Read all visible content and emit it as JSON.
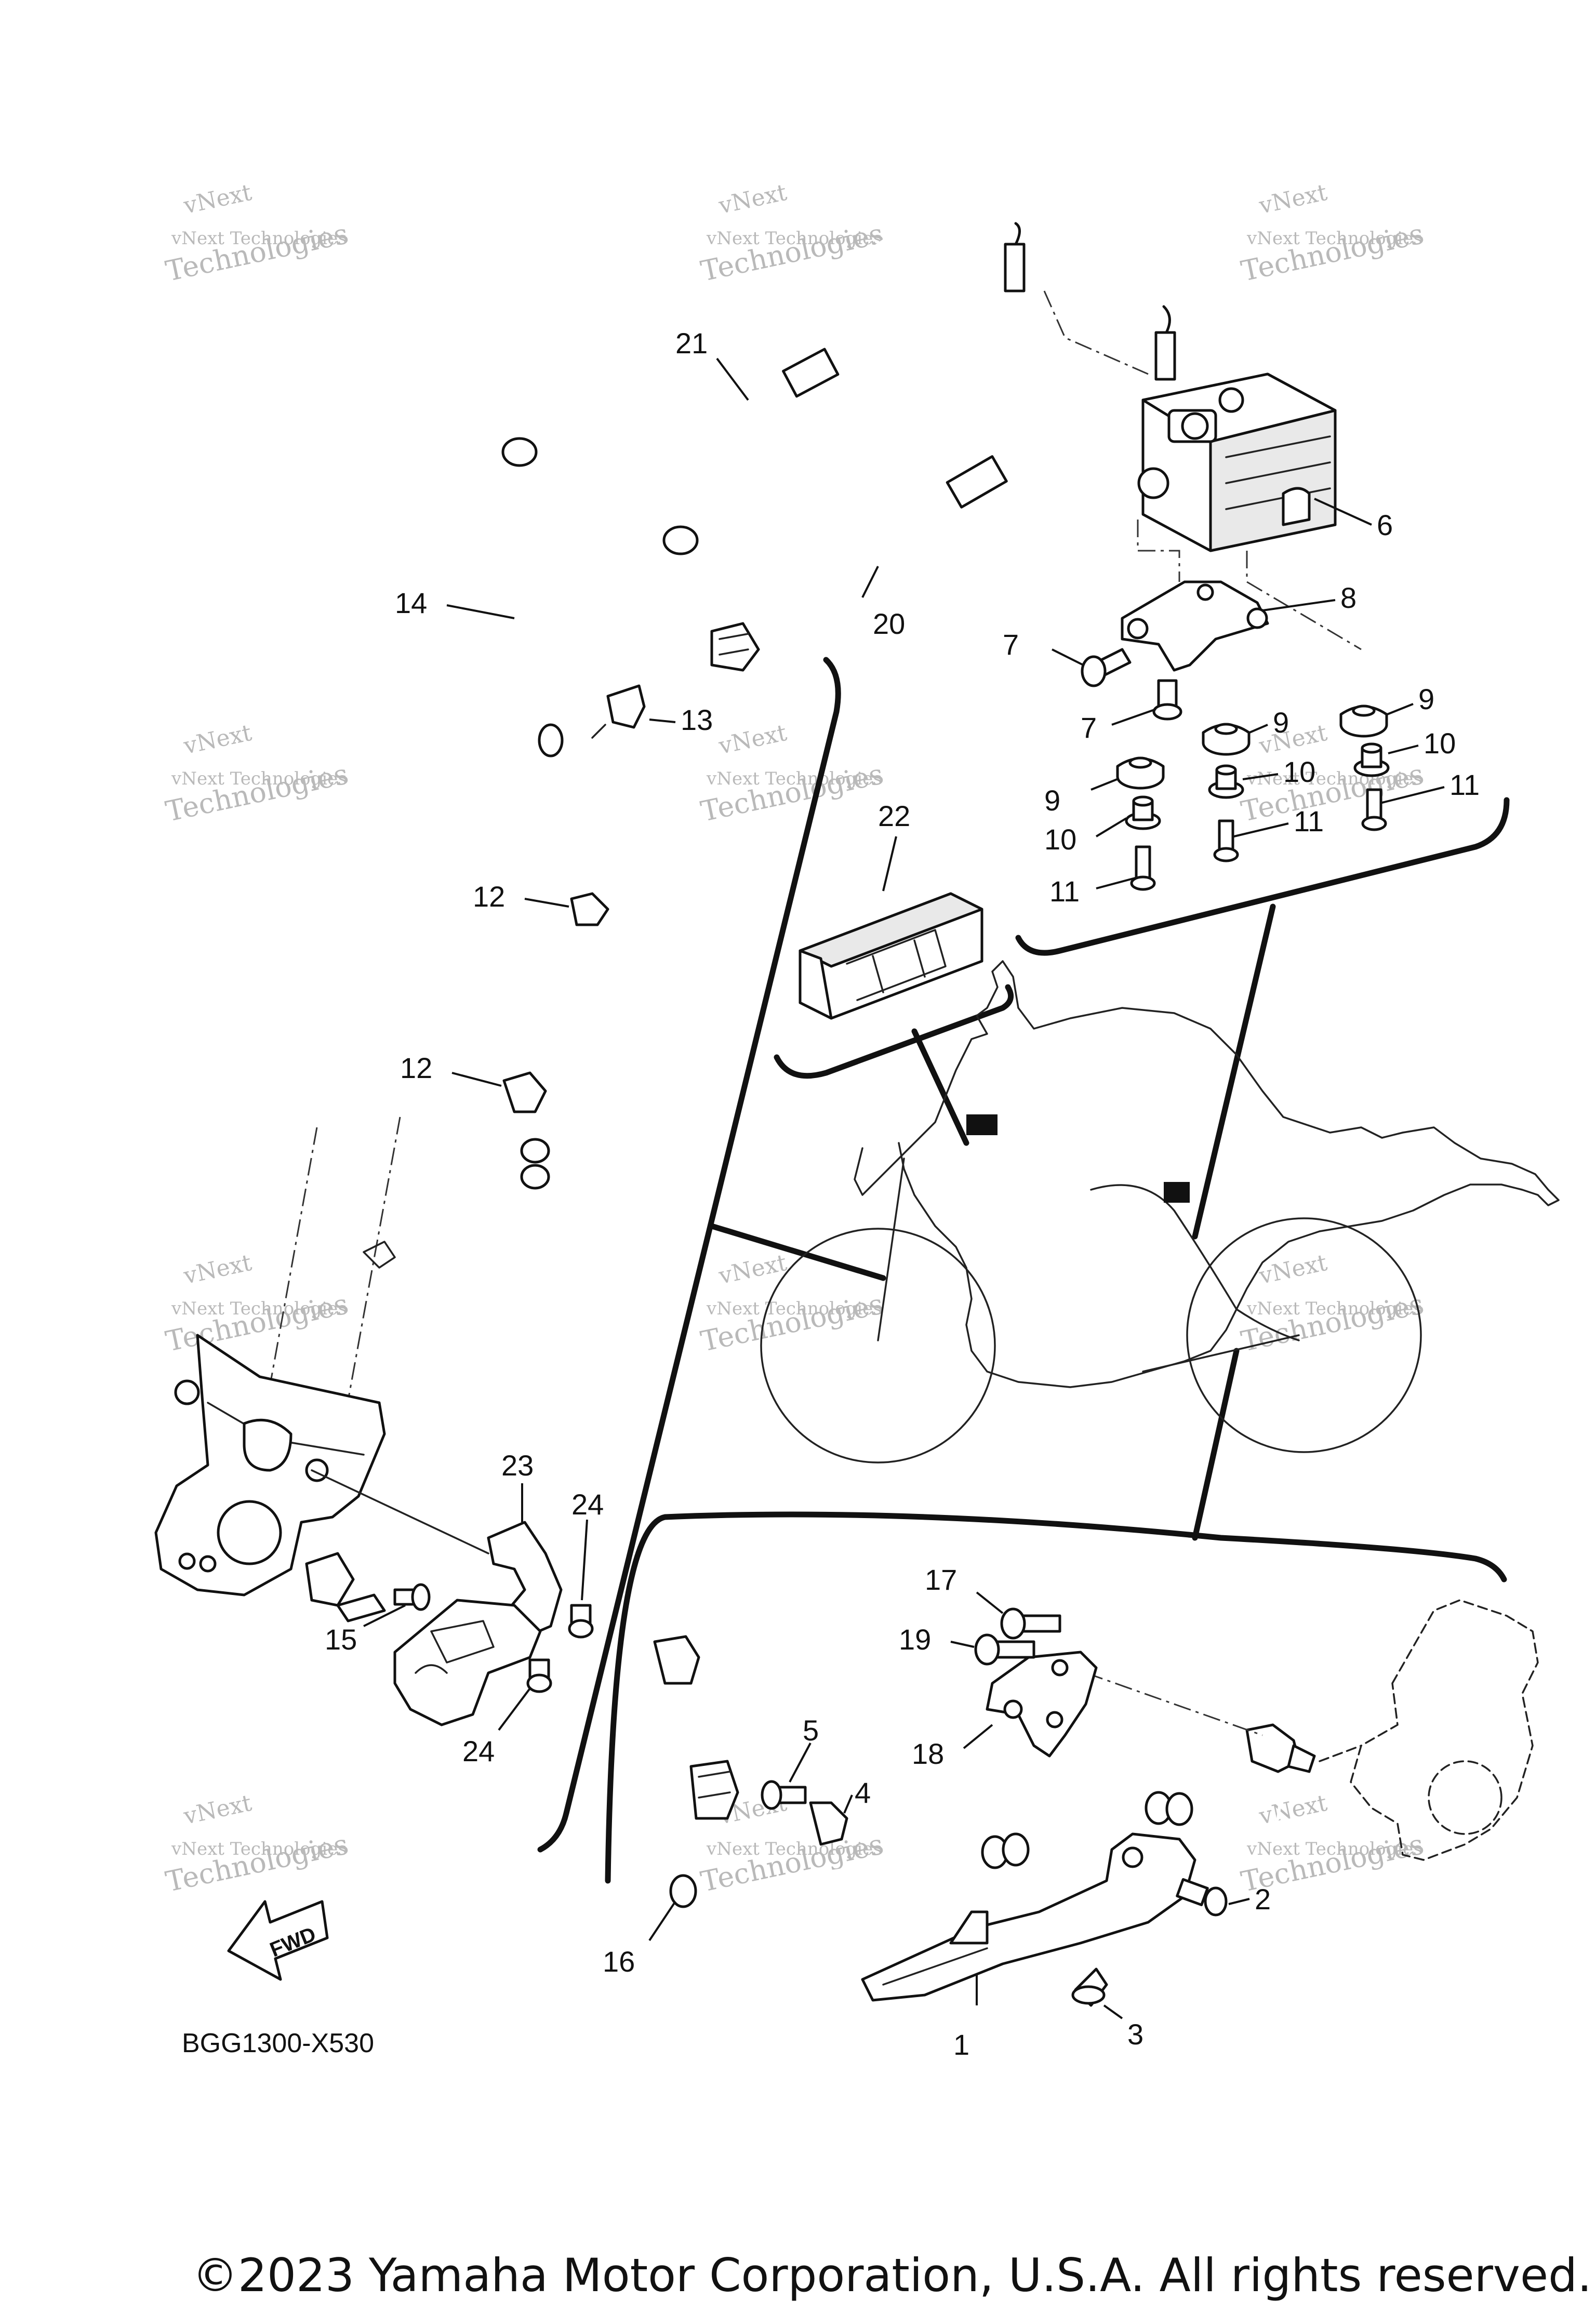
{
  "diagram": {
    "code": "BGG1300-X530",
    "fwd_label": "FWD",
    "callouts": {
      "p1": "1",
      "p2": "2",
      "p3": "3",
      "p4": "4",
      "p5": "5",
      "p6": "6",
      "p7a": "7",
      "p7b": "7",
      "p8": "8",
      "p9a": "9",
      "p9b": "9",
      "p9c": "9",
      "p10a": "10",
      "p10b": "10",
      "p10c": "10",
      "p11a": "11",
      "p11b": "11",
      "p11c": "11",
      "p12a": "12",
      "p12b": "12",
      "p13": "13",
      "p14": "14",
      "p15": "15",
      "p16": "16",
      "p17": "17",
      "p18": "18",
      "p19": "19",
      "p20": "20",
      "p21": "21",
      "p22": "22",
      "p23": "23",
      "p24a": "24",
      "p24b": "24"
    }
  },
  "watermark": {
    "line1": "vNext Technologies",
    "line2": "vNext",
    "line3": "Technologies"
  },
  "footer": {
    "copyright": "©2023 Yamaha Motor Corporation, U.S.A. All rights reserved."
  }
}
